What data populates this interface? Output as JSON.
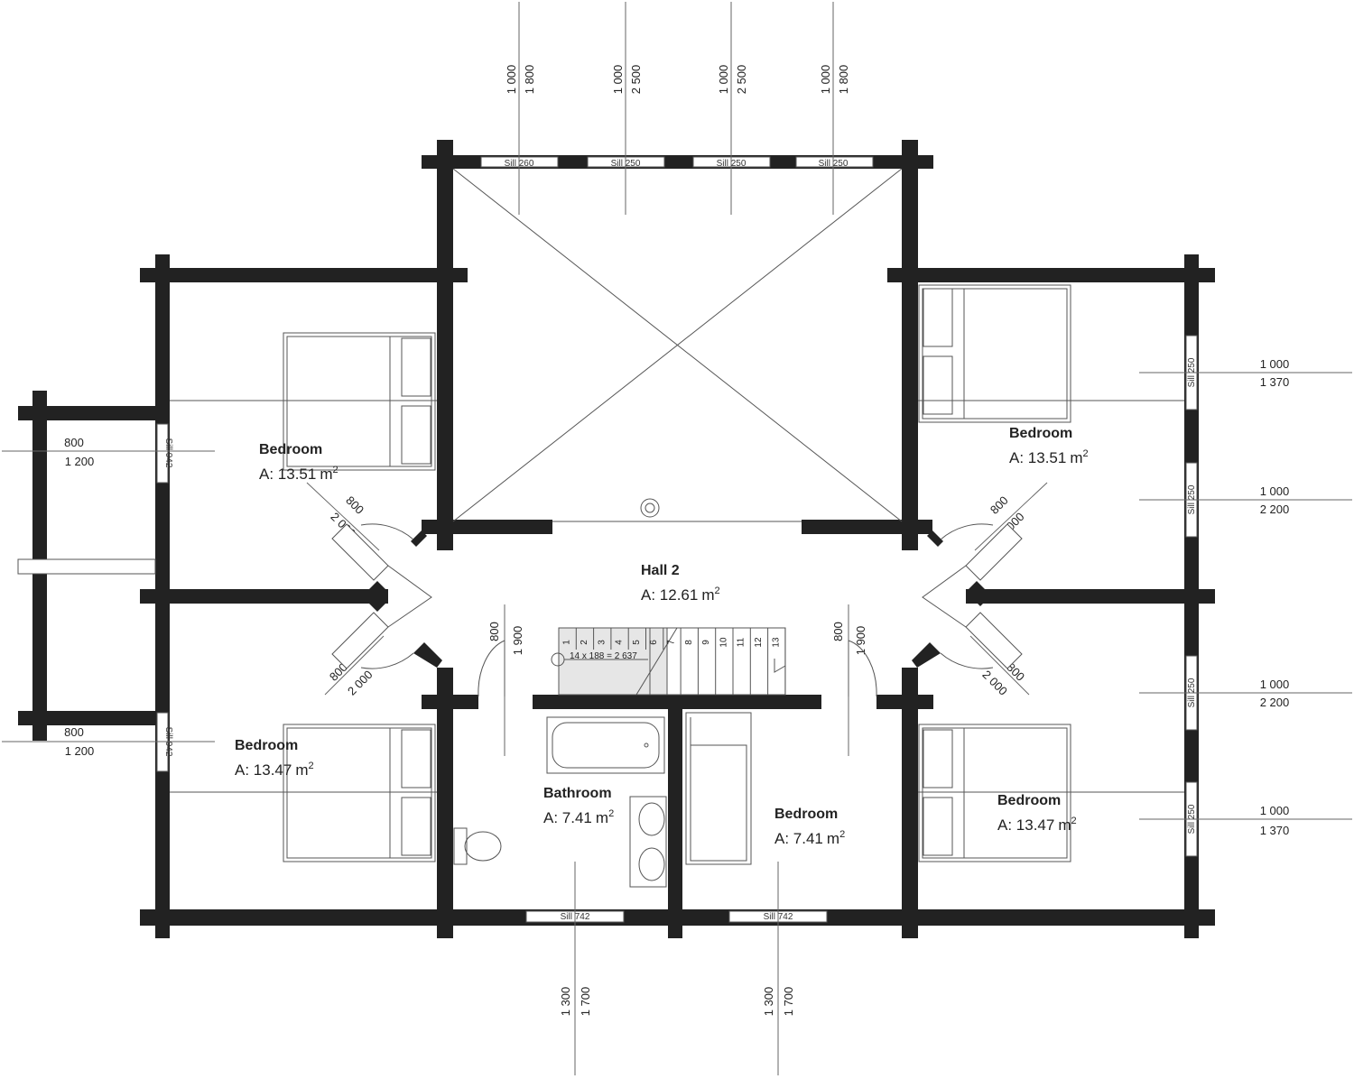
{
  "plan": {
    "rooms": [
      {
        "id": "bedroom-nw",
        "name": "Bedroom",
        "area_prefix": "A: ",
        "area": "13.51",
        "unit": "m",
        "unit_sup": "2"
      },
      {
        "id": "bedroom-ne",
        "name": "Bedroom",
        "area_prefix": "A: ",
        "area": "13.51",
        "unit": "m",
        "unit_sup": "2"
      },
      {
        "id": "hall",
        "name": "Hall 2",
        "area_prefix": "A: ",
        "area": "12.61",
        "unit": "m",
        "unit_sup": "2"
      },
      {
        "id": "bedroom-sw",
        "name": "Bedroom",
        "area_prefix": "A: ",
        "area": "13.47",
        "unit": "m",
        "unit_sup": "2"
      },
      {
        "id": "bathroom",
        "name": "Bathroom",
        "area_prefix": "A: ",
        "area": "7.41",
        "unit": "m",
        "unit_sup": "2"
      },
      {
        "id": "bedroom-s",
        "name": "Bedroom",
        "area_prefix": "A: ",
        "area": "7.41",
        "unit": "m",
        "unit_sup": "2"
      },
      {
        "id": "bedroom-se",
        "name": "Bedroom",
        "area_prefix": "A: ",
        "area": "13.47",
        "unit": "m",
        "unit_sup": "2"
      }
    ],
    "top_windows": [
      {
        "sill": "Sill 260",
        "width": "1 000",
        "height": "1 800"
      },
      {
        "sill": "Sill 250",
        "width": "1 000",
        "height": "2 500"
      },
      {
        "sill": "Sill 250",
        "width": "1 000",
        "height": "2 500"
      },
      {
        "sill": "Sill 250",
        "width": "1 000",
        "height": "1 800"
      }
    ],
    "right_windows": [
      {
        "sill": "Sill 250",
        "width": "1 000",
        "height": "1 370"
      },
      {
        "sill": "Sill 250",
        "width": "1 000",
        "height": "2 200"
      },
      {
        "sill": "Sill 250",
        "width": "1 000",
        "height": "2 200"
      },
      {
        "sill": "Sill 250",
        "width": "1 000",
        "height": "1 370"
      }
    ],
    "left_windows": [
      {
        "sill": "Sill 942",
        "width": "800",
        "height": "1 200"
      },
      {
        "sill": "Sill 942",
        "width": "800",
        "height": "1 200"
      }
    ],
    "bottom_windows": [
      {
        "sill": "Sill 742",
        "width": "1 300",
        "height": "1 700"
      },
      {
        "sill": "Sill 742",
        "width": "1 300",
        "height": "1 700"
      }
    ],
    "doors": [
      {
        "width": "800",
        "height": "2 000"
      },
      {
        "width": "800",
        "height": "2 000"
      },
      {
        "width": "800",
        "height": "2 000"
      },
      {
        "width": "800",
        "height": "2 000"
      }
    ],
    "bath_doors": [
      {
        "width": "800",
        "height": "1 900"
      },
      {
        "width": "800",
        "height": "1 900"
      }
    ],
    "stair": {
      "formula": "14 x 188 = 2 637",
      "steps": [
        "1",
        "2",
        "3",
        "4",
        "5",
        "6",
        "7",
        "8",
        "9",
        "10",
        "11",
        "12",
        "13"
      ]
    }
  }
}
